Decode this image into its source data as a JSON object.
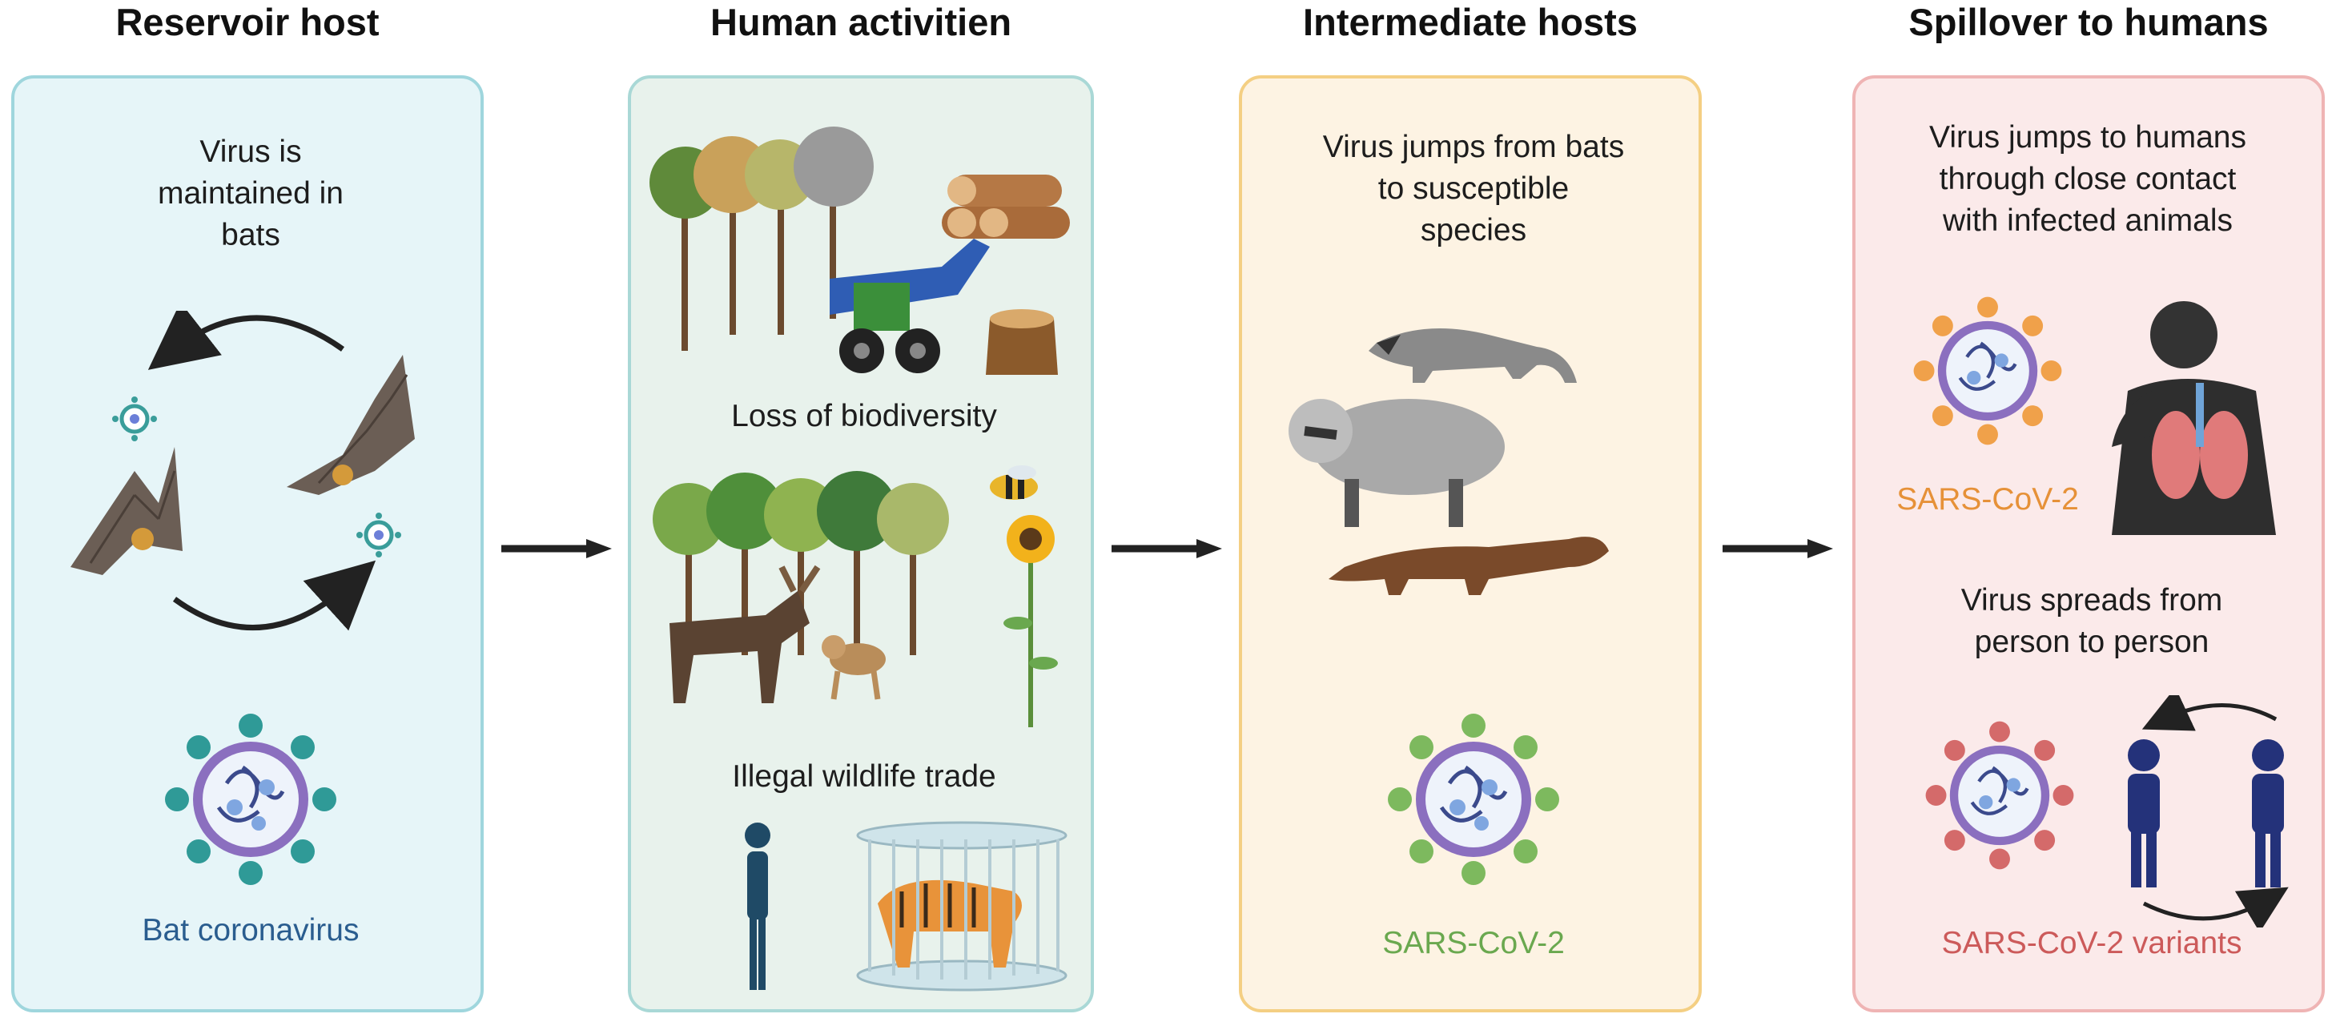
{
  "titles": {
    "reservoir": "Reservoir host",
    "human_activities": "Human activitien",
    "intermediate": "Intermediate hosts",
    "spillover": "Spillover to humans"
  },
  "panel1": {
    "caption": "Virus is maintained in bats",
    "virus_label": "Bat coronavirus"
  },
  "panel2": {
    "caption_biodiversity": "Loss of biodiversity",
    "caption_trade": "Illegal wildlife trade"
  },
  "panel3": {
    "caption": "Virus jumps from bats to susceptible species",
    "virus_label": "SARS-CoV-2"
  },
  "panel4": {
    "caption_top": "Virus jumps to humans through close contact with infected animals",
    "virus_label_top": "SARS-CoV-2",
    "caption_bottom": "Virus spreads from person to person",
    "virus_label_bottom": "SARS-CoV-2 variants"
  },
  "colors": {
    "bat_virus_label": "#2a5d8f",
    "green_virus_label": "#6aa84f",
    "orange_virus_label": "#e69138",
    "red_virus_label": "#cc5a5a"
  },
  "icons": [
    "bat-icon",
    "virus-icon",
    "tree-icon",
    "log-icon",
    "tractor-icon",
    "stump-icon",
    "moose-icon",
    "monkey-icon",
    "bee-icon",
    "sunflower-icon",
    "person-icon",
    "tiger-cage-icon",
    "civet-icon",
    "raccoon-dog-icon",
    "mink-icon",
    "lungs-icon"
  ]
}
